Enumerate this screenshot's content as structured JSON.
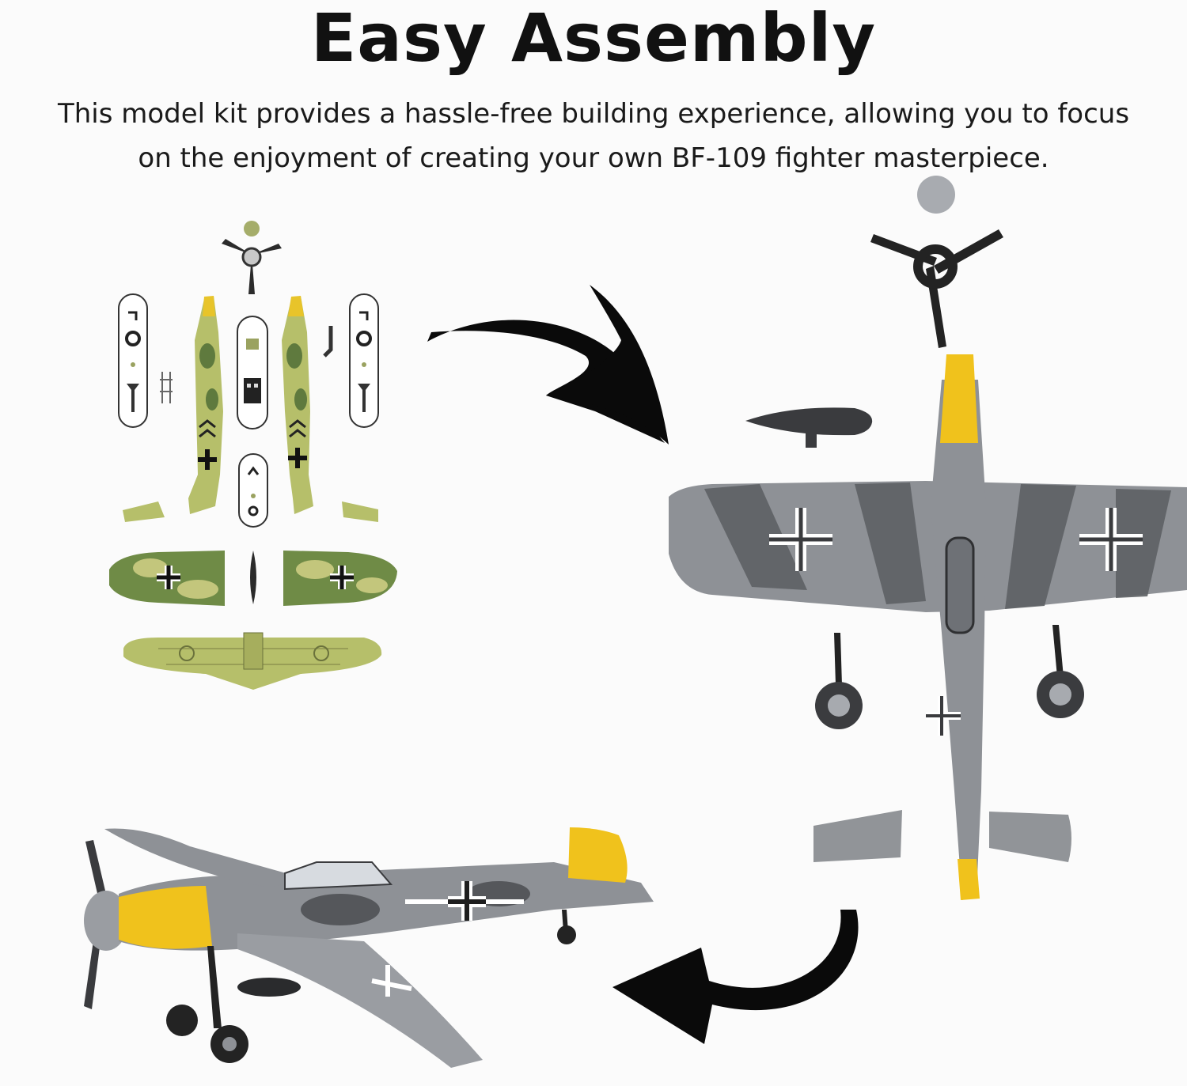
{
  "header": {
    "title": "Easy Assembly",
    "subtitle_line1": "This model kit provides a hassle-free building experience, allowing you to focus",
    "subtitle_line2": "on the enjoyment of creating your own BF-109 fighter masterpiece."
  },
  "colors": {
    "background": "#fbfbfb",
    "text": "#111111",
    "camo_green_light": "#b6bf6a",
    "camo_green_dark": "#5f7a3e",
    "panzer_grey": "#8e9196",
    "grey_dark": "#4b4e53",
    "yellow_nose": "#f0c21c",
    "black_parts": "#222222",
    "arrow": "#0a0a0a"
  },
  "images": {
    "parts_layout": "unassembled-kit-parts-photo",
    "top_view": "assembled-top-view-photo",
    "finished_model": "finished-bf109-model-photo"
  }
}
